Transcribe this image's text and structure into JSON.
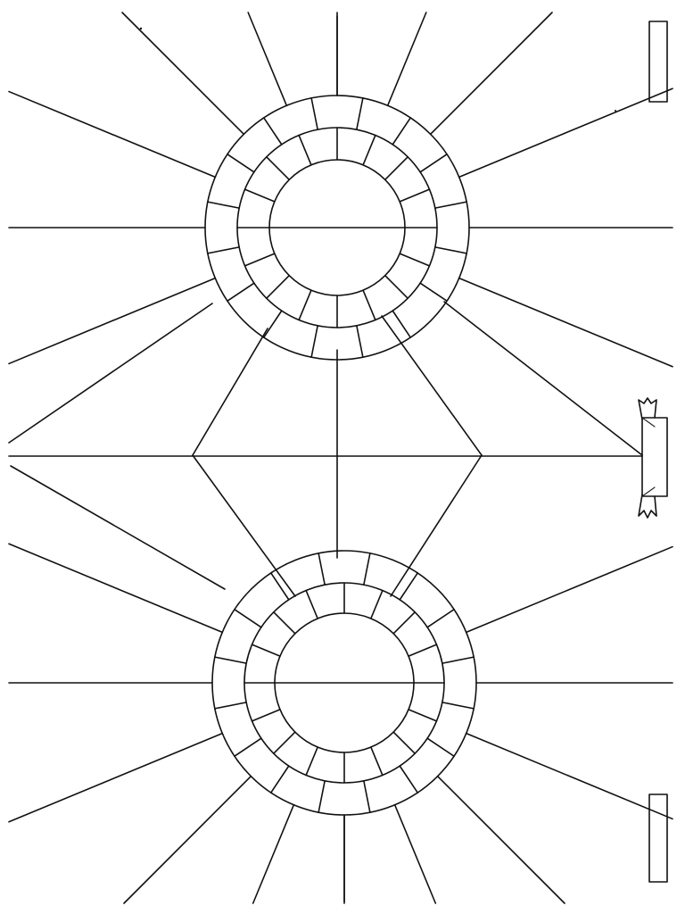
{
  "page": {
    "background": "#ffffff",
    "ink_color": "#111111"
  },
  "diagram": {
    "kind": "double-radial-mandala-template",
    "wheels": [
      {
        "name": "upper-wheel",
        "rings": 3,
        "spokes_outside": 16,
        "segments_middle_band": 16,
        "segments_outer_band": 16,
        "center_circle_split": "horizontal"
      },
      {
        "name": "lower-wheel",
        "rings": 3,
        "spokes_outside": 16,
        "segments_middle_band": 16,
        "segments_outer_band": 16,
        "center_circle_split": "horizontal"
      }
    ],
    "decorations": [
      {
        "name": "top-right-blank-label",
        "shape": "rectangle",
        "text": ""
      },
      {
        "name": "middle-right-banner",
        "shape": "ribbon-banner",
        "text": ""
      },
      {
        "name": "bottom-right-blank-label",
        "shape": "rectangle",
        "text": ""
      }
    ],
    "middle_band": {
      "name": "diamond-connector",
      "shape": "diamond",
      "divisions": 4
    }
  }
}
